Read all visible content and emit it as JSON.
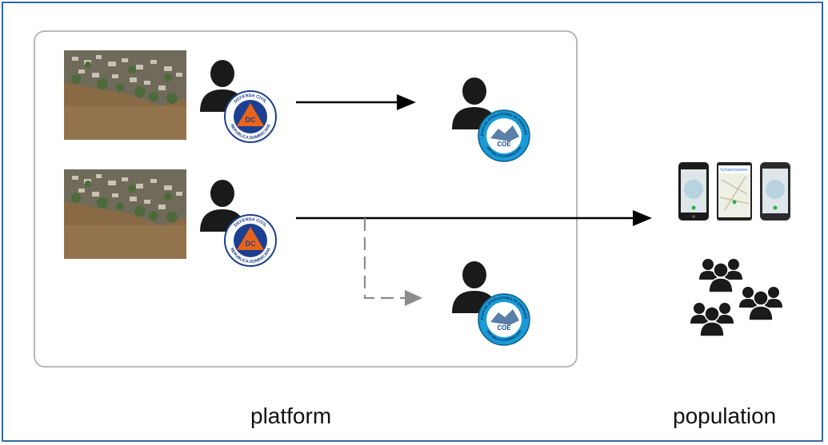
{
  "labels": {
    "platform": "platform",
    "population": "population"
  },
  "badges": {
    "dc_text": "DC",
    "dc_ring_top": "DEFENSA CIVIL",
    "dc_ring_bottom": "REPUBLICA DOMINICANA",
    "coe_text": "COE",
    "coe_ring_top": "CENTRO DE OPERACIONES DE EMERGENCIA",
    "coe_ring_bottom": "REPUBLICA DOMINICANA"
  },
  "phones": {
    "middle_header": "Schatzmeister"
  },
  "icons": {
    "person": "person-silhouette-icon",
    "group": "people-group-icon",
    "phone": "smartphone-icon"
  },
  "colors": {
    "frame": "#2f6aa8",
    "platform_border": "#b9b9b9",
    "arrow_solid": "#000000",
    "arrow_dashed": "#8c8c8c",
    "dc_orange": "#e8641b",
    "dc_blue": "#1d3f8f",
    "coe_blue": "#1a9ad6"
  }
}
